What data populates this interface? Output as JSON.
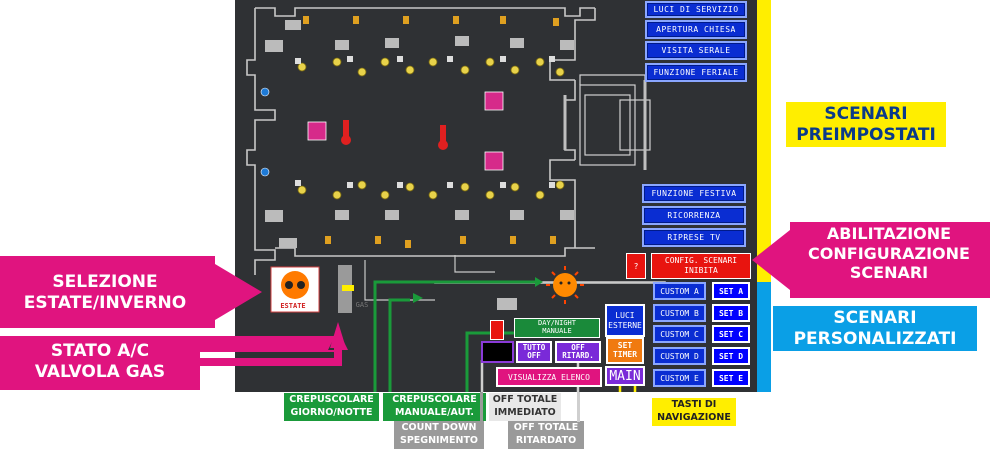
{
  "scenari_preimpostati": {
    "top_buttons": [
      "LUCI DI SERVIZIO",
      "APERTURA CHIESA",
      "VISITA SERALE",
      "FUNZIONE FERIALE"
    ],
    "bottom_buttons": [
      "FUNZIONE FESTIVA",
      "RICORRENZA",
      "RIPRESE TV"
    ]
  },
  "config": {
    "help_label": "?",
    "config_label_line1": "CONFIG. SCENARI",
    "config_label_line2": "INIBITA"
  },
  "custom_scenarios": [
    {
      "custom": "CUSTOM A",
      "set": "SET A"
    },
    {
      "custom": "CUSTOM B",
      "set": "SET B"
    },
    {
      "custom": "CUSTOM C",
      "set": "SET C"
    },
    {
      "custom": "CUSTOM D",
      "set": "SET D"
    },
    {
      "custom": "CUSTOM E",
      "set": "SET E"
    }
  ],
  "nav": {
    "luci_esterne_1": "LUCI",
    "luci_esterne_2": "ESTERNE",
    "set_timer_1": "SET",
    "set_timer_2": "TIMER",
    "main": "MAIN"
  },
  "controls": {
    "day_night_1": "DAY/NIGHT",
    "day_night_2": "MANUALE",
    "tutto_off_1": "TUTTO",
    "tutto_off_2": "OFF",
    "off_ritard_1": "OFF",
    "off_ritard_2": "RITARD.",
    "visualizza": "VISUALIZZA ELENCO",
    "estate": "ESTATE",
    "gas": "GAS"
  },
  "callouts": {
    "scenari_preimpostati_1": "SCENARI",
    "scenari_preimpostati_2": "PREIMPOSTATI",
    "abilitazione_1": "ABILITAZIONE",
    "abilitazione_2": "CONFIGURAZIONE",
    "abilitazione_3": "SCENARI",
    "personalizzati_1": "SCENARI",
    "personalizzati_2": "PERSONALIZZATI",
    "selezione_1": "SELEZIONE",
    "selezione_2": "ESTATE/INVERNO",
    "stato_1": "STATO A/C",
    "stato_2": "VALVOLA GAS",
    "crep_gn_1": "CREPUSCOLARE",
    "crep_gn_2": "GIORNO/NOTTE",
    "crep_ma_1": "CREPUSCOLARE",
    "crep_ma_2": "MANUALE/AUT.",
    "off_imm_1": "OFF TOTALE",
    "off_imm_2": "IMMEDIATO",
    "count_1": "COUNT DOWN",
    "count_2": "SPEGNIMENTO",
    "off_rit_1": "OFF TOTALE",
    "off_rit_2": "RITARDATO",
    "tasti_1": "TASTI DI",
    "tasti_2": "NAVIGAZIONE"
  },
  "colors": {
    "panel": "#2f3134",
    "button_blue": "#0a2dd2",
    "magenta": "#e0147f",
    "yellow": "#ffee00",
    "cyan_blue": "#0a9fe6",
    "green": "#1a9a3a",
    "grey": "#9a9a9a"
  }
}
